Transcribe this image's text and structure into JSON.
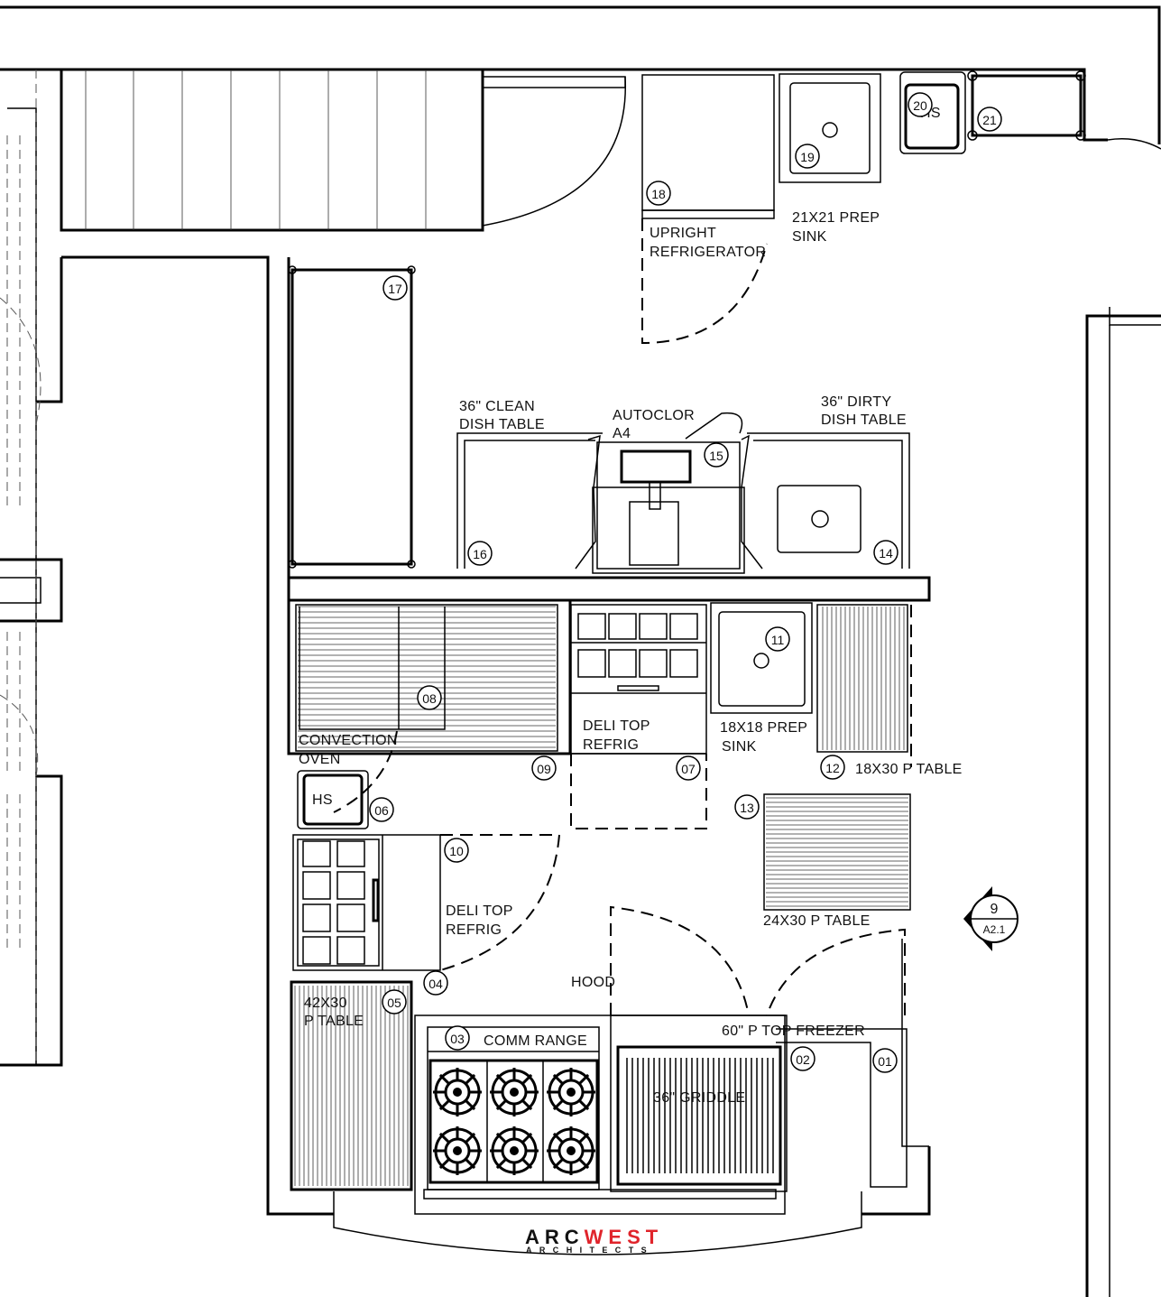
{
  "plan": {
    "labels": {
      "upright_refrigerator": [
        "UPRIGHT",
        "REFRIGERATOR"
      ],
      "prep_sink_21": [
        "21X21 PREP",
        "SINK"
      ],
      "clean_dish_table": [
        "36\" CLEAN",
        "DISH TABLE"
      ],
      "autoclor": [
        "AUTOCLOR",
        "A4"
      ],
      "dirty_dish_table": [
        "36\" DIRTY",
        "DISH TABLE"
      ],
      "convection_oven": [
        "CONVECTION",
        "OVEN"
      ],
      "deli_top_refrig_07": [
        "DELI TOP",
        "REFRIG"
      ],
      "prep_sink_18": [
        "18X18 PREP",
        "SINK"
      ],
      "p_table_12": "18X30 P TABLE",
      "hs_06": "HS",
      "deli_top_refrig_04": [
        "DELI TOP",
        "REFRIG"
      ],
      "p_table_13": "24X30 P TABLE",
      "hood": "HOOD",
      "p_table_05": [
        "42X30",
        "P TABLE"
      ],
      "comm_range": "COMM RANGE",
      "freezer": "60\" P TOP FREEZER",
      "griddle": "36\" GRIDDLE",
      "hs_20": "HS"
    },
    "tags": [
      "01",
      "02",
      "03",
      "04",
      "05",
      "06",
      "07",
      "08",
      "09",
      "10",
      "11",
      "12",
      "13",
      "14",
      "15",
      "16",
      "17",
      "18",
      "19",
      "20",
      "21"
    ],
    "section_marker": {
      "number": "9",
      "sheet": "A2.1"
    },
    "logo": {
      "arc": "ARC",
      "west": "WEST",
      "sub": "ARCHITECTS",
      "accent_color": "#e0242b"
    }
  }
}
